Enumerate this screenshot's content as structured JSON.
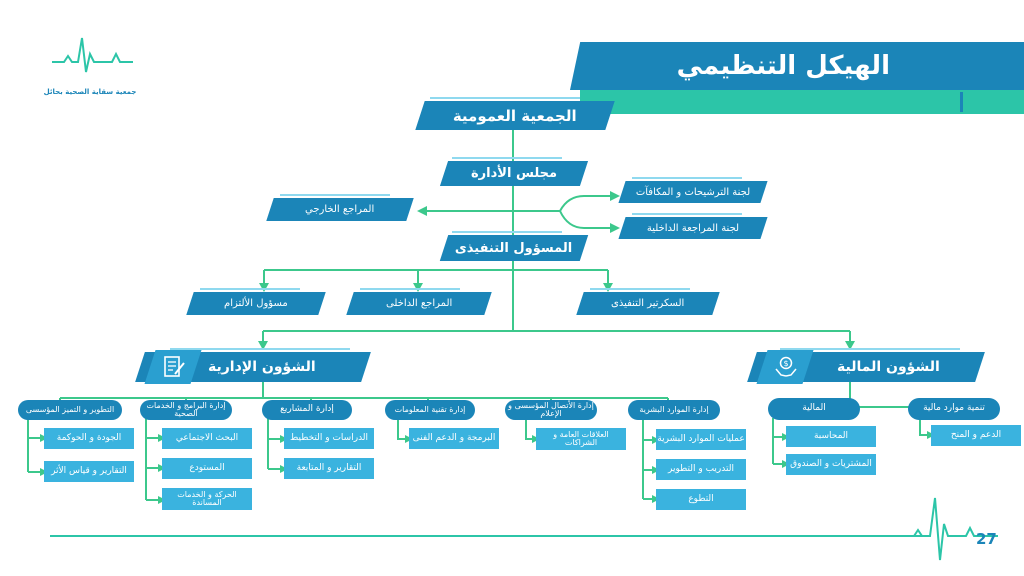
{
  "colors": {
    "dark": "#1b85b8",
    "mid": "#2a9fd0",
    "light": "#3ab3df",
    "teal": "#2cc5a8",
    "line": "#3cc88c",
    "accent": "#8fd9ef"
  },
  "header": {
    "title": "الهيكل التنظيمي"
  },
  "logo": {
    "caption": "جمعية سقاية الصحية بحائل"
  },
  "page_number": "27",
  "top": {
    "general_assembly": "الجمعية العمومية",
    "board": "مجلس الأدارة",
    "external_auditor": "المراجع الخارجي",
    "nominations_committee": "لجنة الترشيحات و المكافآت",
    "internal_audit_committee": "لجنة المراجعة الداخلية",
    "ceo": "المسؤول التنفيذى",
    "compliance_officer": "مسؤول الألتزام",
    "internal_auditor": "المراجع الداخلى",
    "executive_secretary": "السكرتير التنفيذى"
  },
  "admin": {
    "title": "الشؤون الإدارية",
    "icon": "document-pen-icon",
    "departments": {
      "development": "التطوير و التميز المؤسسى",
      "programs": "إدارة البرامج و الخدمات الصحية",
      "projects": "إدارة المشاريع",
      "it": "إدارة تقنية المعلومات",
      "communication": "إدارة الأتصال المؤسسى و الإعلام",
      "hr": "إدارة الموارد البشرية"
    },
    "units": {
      "quality": "الجودة و الحوكمة",
      "reports_impact": "التقارير و قياس الأثر",
      "social_research": "البحث الاجتماعي",
      "warehouse": "المستودع",
      "transport": "الحركة و الخدمات المساندة",
      "studies": "الدراسات و التخطيط",
      "reports_followup": "التقارير و المتابعة",
      "programming": "البرمجة و الدعم الفنى",
      "public_relations": "العلاقات العامة و الشراكات",
      "hr_operations": "عمليات الموارد البشرية",
      "training": "التدريب و التطوير",
      "volunteering": "التطوع"
    }
  },
  "finance": {
    "title": "الشؤون المالية",
    "icon": "money-hands-icon",
    "departments": {
      "financial": "المالية",
      "resource_dev": "تنمية موارد مالية"
    },
    "units": {
      "accounting": "المحاسبة",
      "procurement": "المشتريات و الصندوق",
      "grants": "الدعم و المنح"
    }
  }
}
